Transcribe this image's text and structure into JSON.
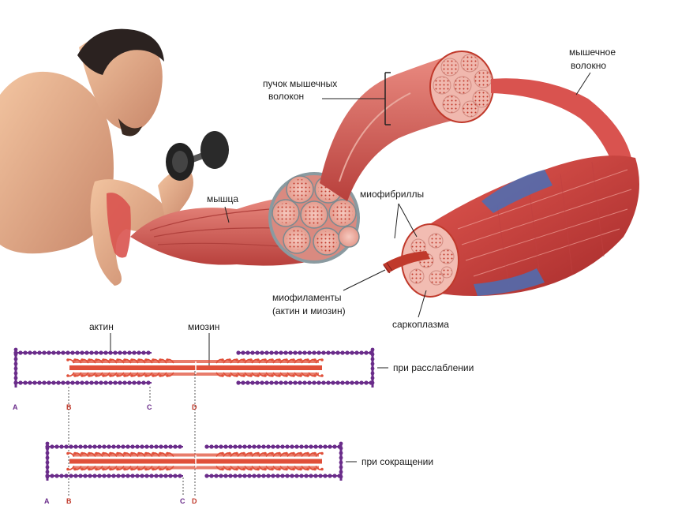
{
  "labels": {
    "bundle_line1": "пучок мышечных",
    "bundle_line2": "волокон",
    "fiber_line1": "мышечное",
    "fiber_line2": "волокно",
    "muscle": "мышца",
    "myofibrils": "миофибриллы",
    "myofilaments_line1": "миофиламенты",
    "myofilaments_line2": "(актин и миозин)",
    "sarcoplasm": "саркоплазма",
    "actin": "актин",
    "myosin": "миозин",
    "relaxed": "при расслаблении",
    "contracted": "при сокращении"
  },
  "markers": {
    "relaxed": [
      "A",
      "B",
      "C",
      "D"
    ],
    "contracted": [
      "A",
      "B",
      "C",
      "D"
    ]
  },
  "colors": {
    "skin": "#e8b08a",
    "muscle": "#d9534f",
    "muscle_dark": "#b83a3a",
    "actin": "#6a2c8a",
    "myosin": "#e0503a",
    "sarcolemma": "#4a6fb5"
  }
}
